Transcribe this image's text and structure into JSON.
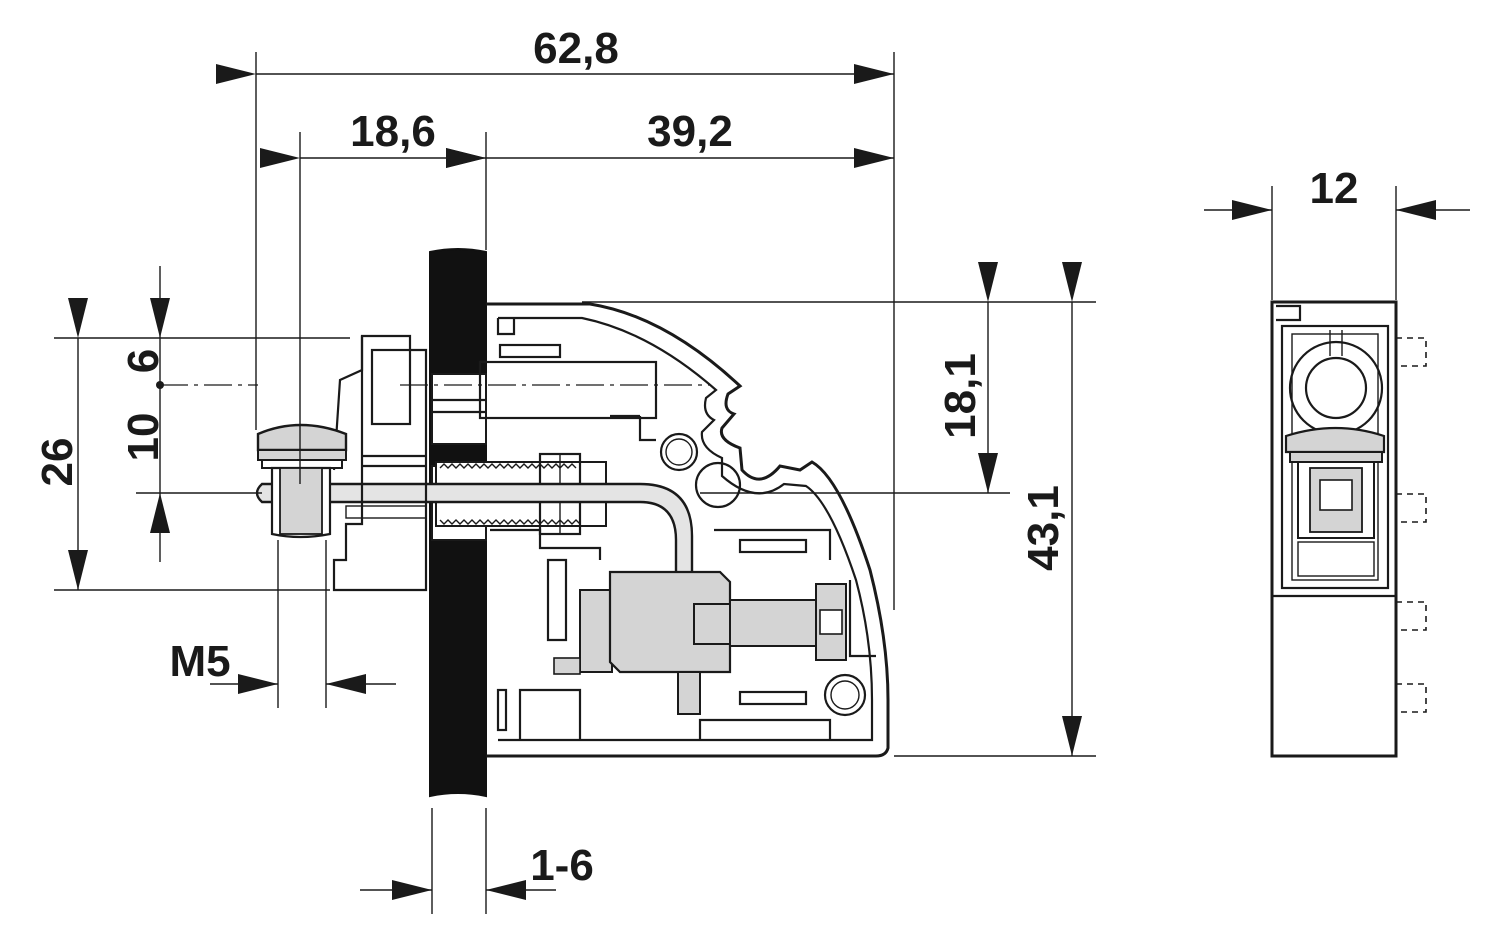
{
  "dimensions": {
    "overall_width": "62,8",
    "left_segment": "18,6",
    "right_segment": "39,2",
    "side_width": "12",
    "upper_height": "18,1",
    "total_height": "43,1",
    "left_height": "26",
    "left_mid": "10",
    "left_top": "6",
    "thread": "M5",
    "panel_thickness": "1-6"
  },
  "colors": {
    "line": "#1a1a1a",
    "fill_grey": "#d4d4d4",
    "panel": "#111111"
  }
}
